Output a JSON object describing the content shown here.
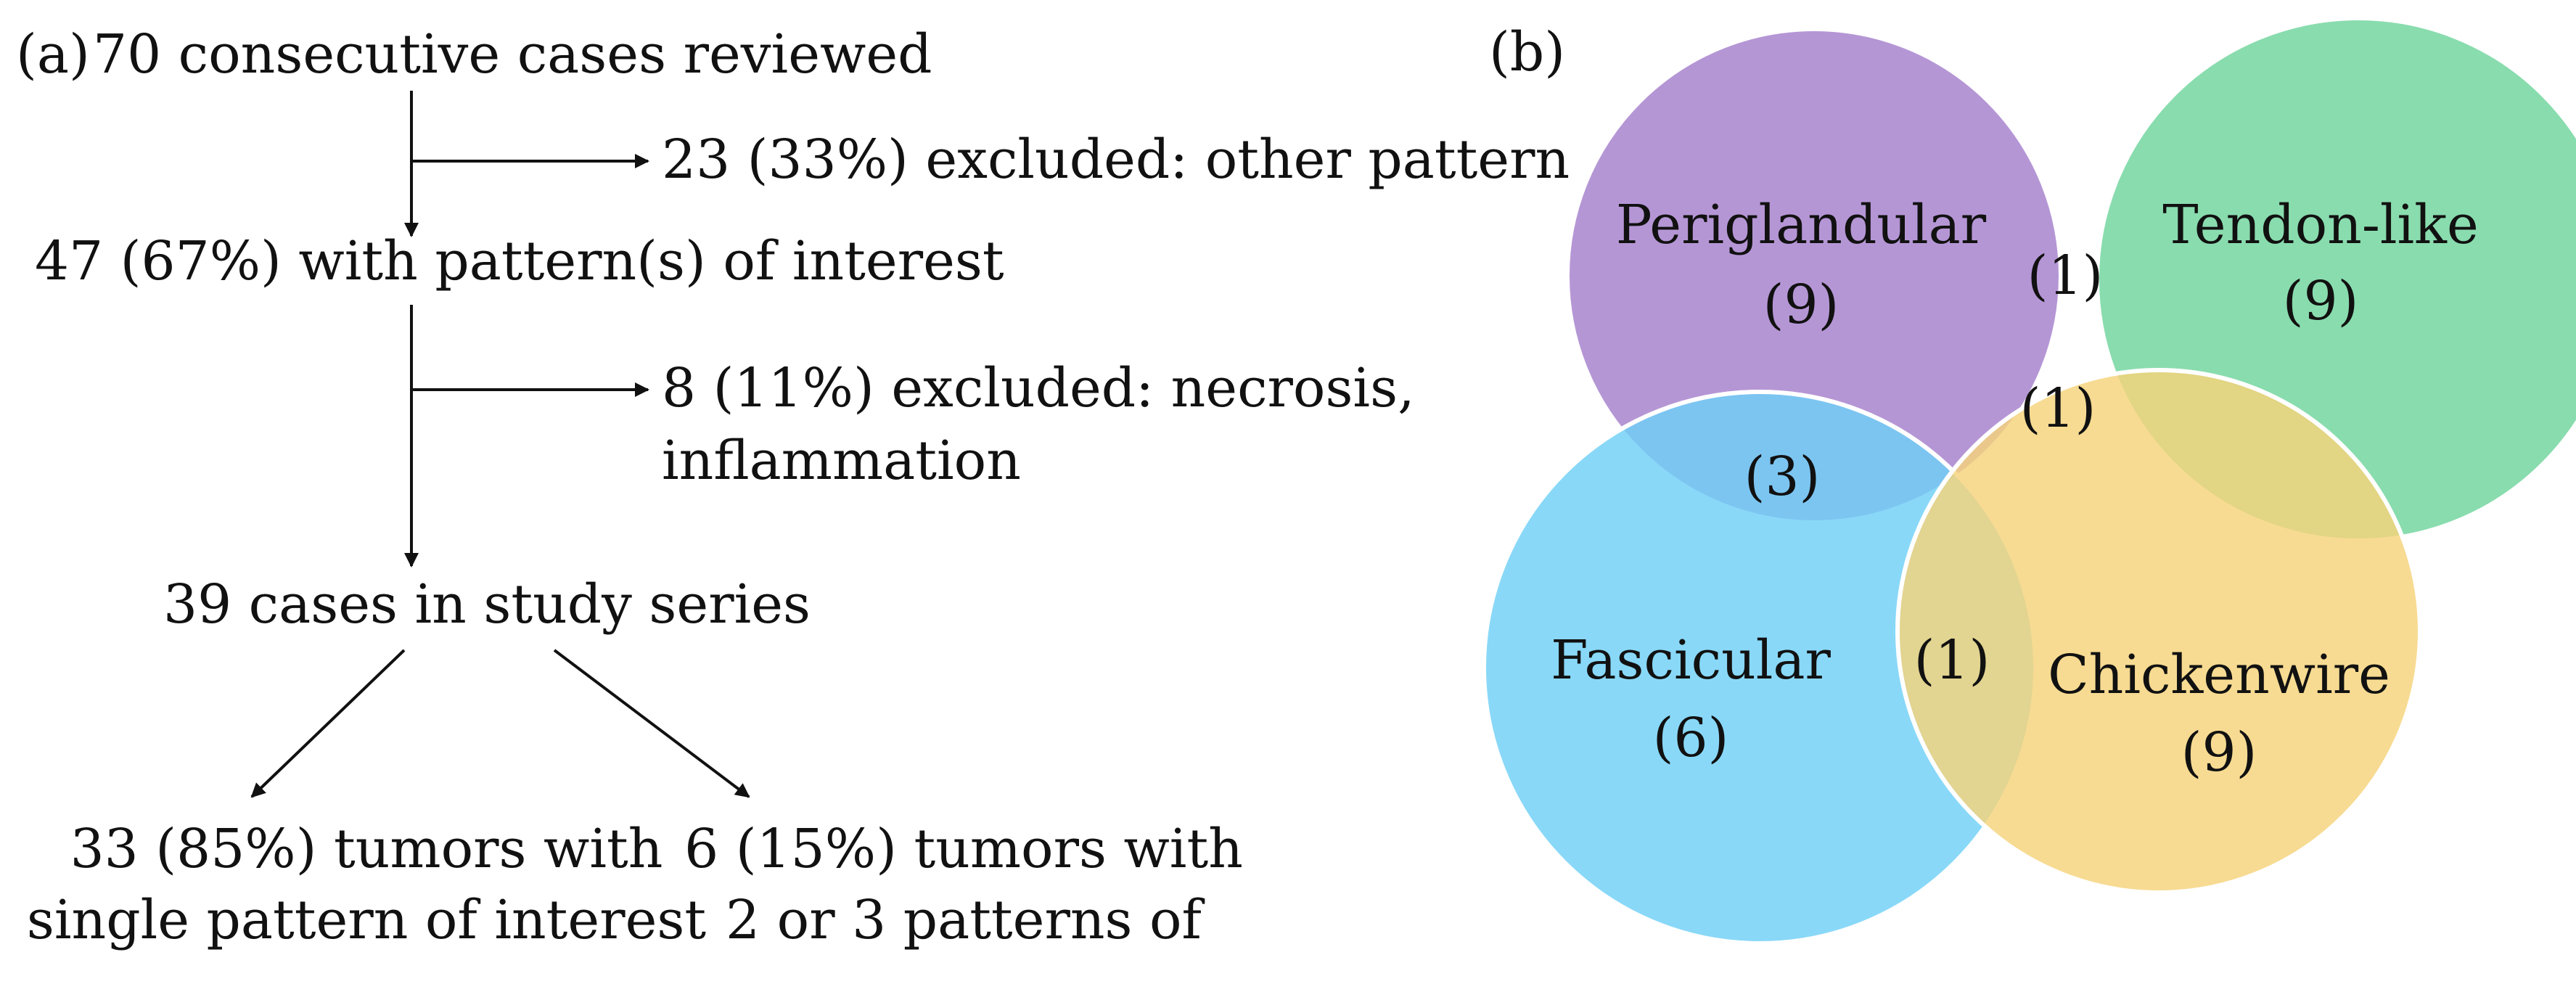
{
  "panel_a": {
    "label": "(a)",
    "nodes": [
      {
        "id": "start",
        "text": "70 consecutive cases reviewed"
      },
      {
        "id": "excl1",
        "text": "23 (33%) excluded: other pattern"
      },
      {
        "id": "interest",
        "text": "47 (67%) with pattern(s) of interest"
      },
      {
        "id": "excl2",
        "lines": [
          "8 (11%) excluded: necrosis,",
          "inflammation"
        ]
      },
      {
        "id": "study",
        "text": "39 cases in study series"
      },
      {
        "id": "single",
        "lines": [
          "33 (85%) tumors with",
          "single pattern of interest"
        ]
      },
      {
        "id": "multi",
        "lines": [
          "6 (15%) tumors with",
          "2 or 3 patterns of"
        ]
      }
    ]
  },
  "panel_b": {
    "label": "(b)",
    "sets": [
      {
        "name": "Periglandular",
        "count": "(9)",
        "color": "#a57fcc"
      },
      {
        "name": "Tendon-like",
        "count": "(9)",
        "color": "#6fd49c"
      },
      {
        "name": "Fascicular",
        "count": "(6)",
        "color": "#6fd0f7"
      },
      {
        "name": "Chickenwire",
        "count": "(9)",
        "color": "#f5d37a"
      }
    ],
    "overlaps": [
      {
        "sets": [
          "Periglandular",
          "Tendon-like"
        ],
        "count": "(1)"
      },
      {
        "sets": [
          "Tendon-like",
          "Chickenwire"
        ],
        "count": "(1)"
      },
      {
        "sets": [
          "Periglandular",
          "Fascicular"
        ],
        "count": "(3)"
      },
      {
        "sets": [
          "Fascicular",
          "Chickenwire"
        ],
        "count": "(1)"
      }
    ]
  }
}
